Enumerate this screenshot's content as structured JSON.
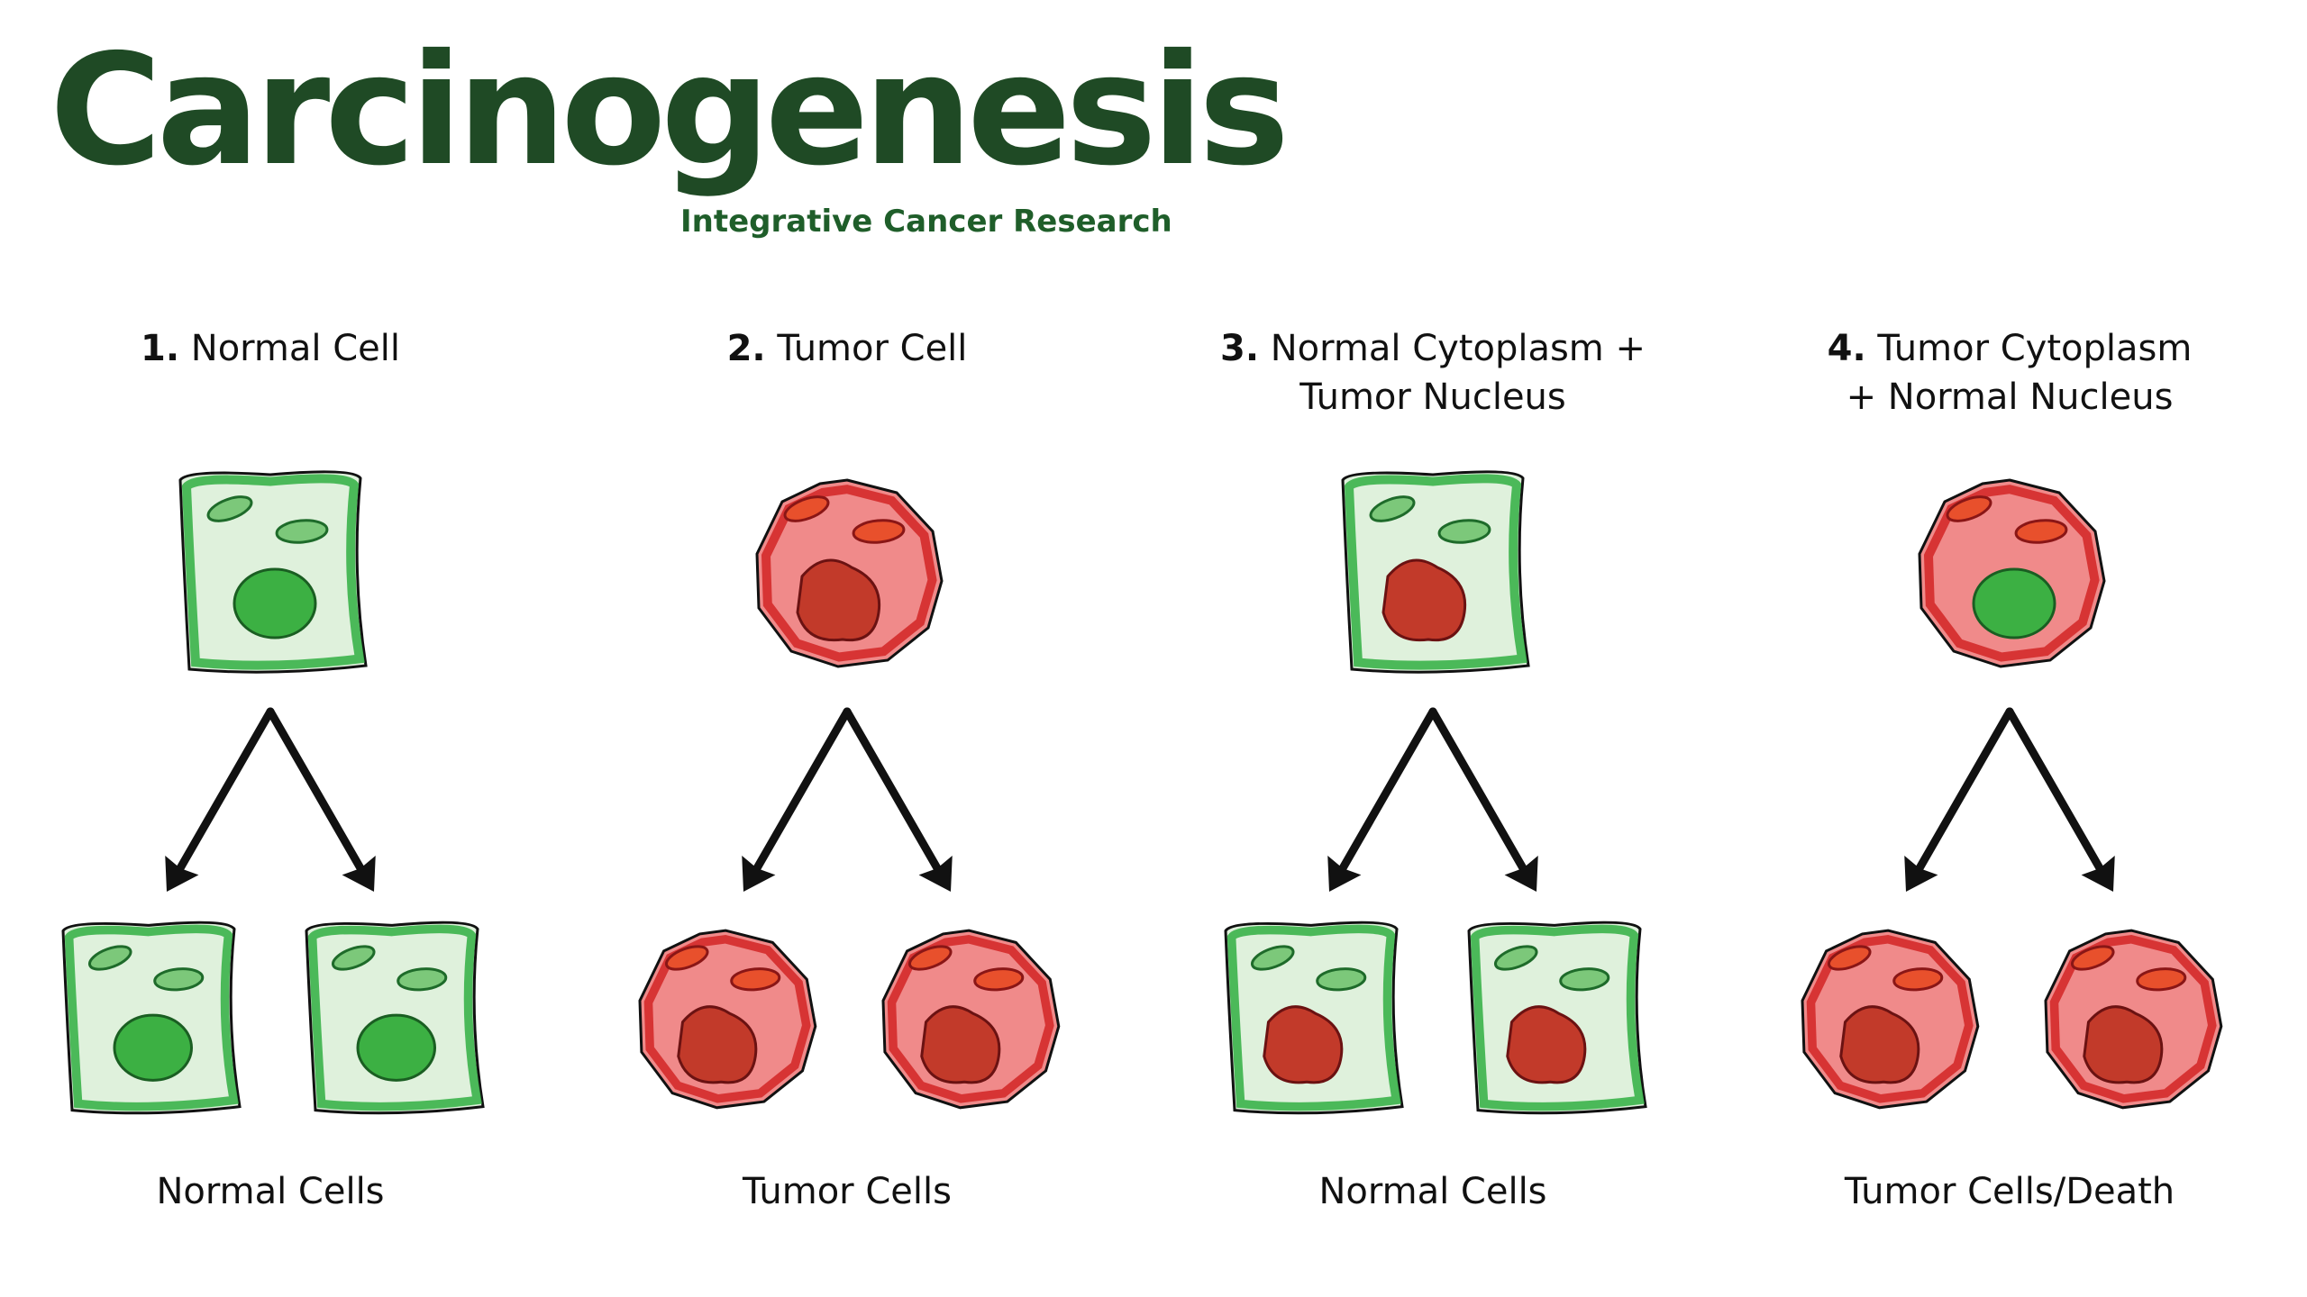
{
  "header": {
    "title": "Carcinogenesis",
    "subtitle": "Integrative Cancer Research"
  },
  "colors": {
    "brand_dark_green": "#1f4a25",
    "normal_green": "#3bb34a",
    "tumor_red": "#d42a2a",
    "arrow": "#111111"
  },
  "panels": [
    {
      "number": "1.",
      "label_line1": "Normal Cell",
      "label_line2": "",
      "result": "Normal Cells",
      "parent": "normal",
      "parent_nucleus": "normal",
      "children": "normal",
      "children_nucleus": "normal"
    },
    {
      "number": "2.",
      "label_line1": "Tumor Cell",
      "label_line2": "",
      "result": "Tumor Cells",
      "parent": "tumor",
      "parent_nucleus": "tumor",
      "children": "tumor",
      "children_nucleus": "tumor"
    },
    {
      "number": "3.",
      "label_line1": "Normal Cytoplasm +",
      "label_line2": "Tumor Nucleus",
      "result": "Normal Cells",
      "parent": "normal",
      "parent_nucleus": "tumor",
      "children": "normal",
      "children_nucleus": "tumor"
    },
    {
      "number": "4.",
      "label_line1": "Tumor Cytoplasm",
      "label_line2": "+ Normal Nucleus",
      "result": "Tumor Cells/Death",
      "parent": "tumor",
      "parent_nucleus": "normal",
      "children": "tumor",
      "children_nucleus": "tumor"
    }
  ]
}
